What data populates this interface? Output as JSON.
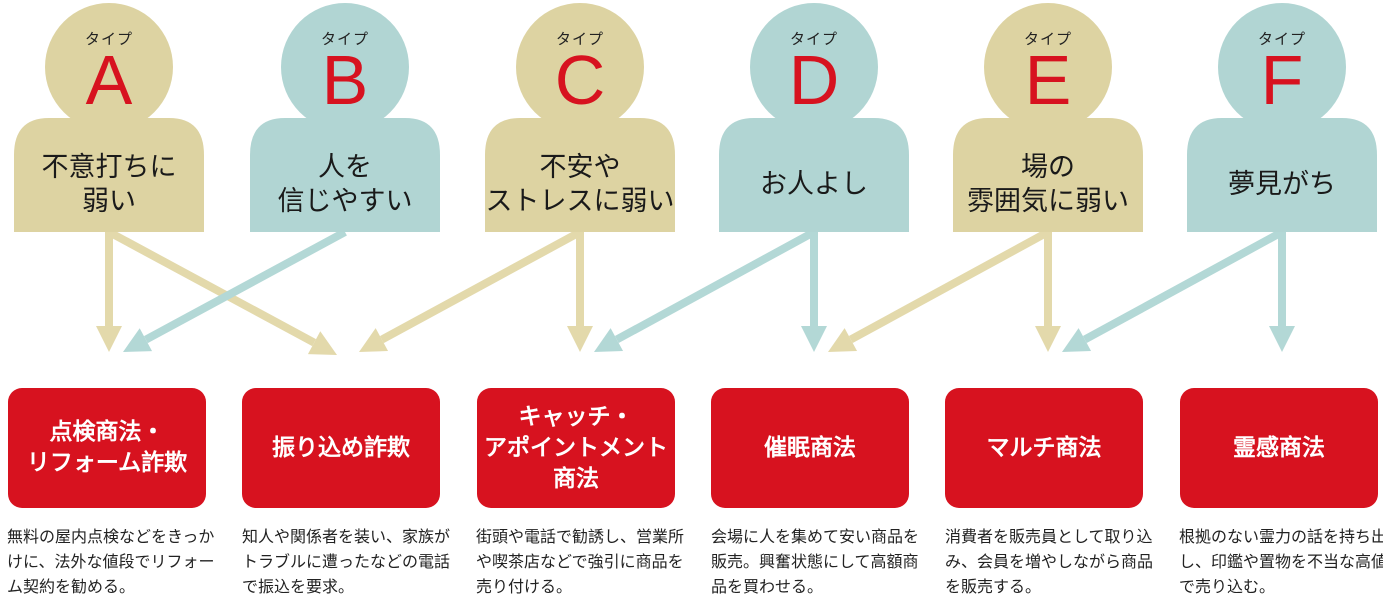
{
  "type_word": "タイプ",
  "colors": {
    "beige": "#ddd3a2",
    "teal": "#b1d5d3",
    "red": "#d7121f",
    "arrow_beige": "#e3d9ab",
    "arrow_teal": "#b3d8d6"
  },
  "people": [
    {
      "letter": "A",
      "trait": "不意打ちに\n弱い",
      "color": "beige"
    },
    {
      "letter": "B",
      "trait": "人を\n信じやすい",
      "color": "teal"
    },
    {
      "letter": "C",
      "trait": "不安や\nストレスに弱い",
      "color": "beige"
    },
    {
      "letter": "D",
      "trait": "お人よし",
      "color": "teal"
    },
    {
      "letter": "E",
      "trait": "場の\n雰囲気に弱い",
      "color": "beige"
    },
    {
      "letter": "F",
      "trait": "夢見がち",
      "color": "teal"
    }
  ],
  "frauds": [
    {
      "label": "点検商法・\nリフォーム詐欺",
      "desc": "無料の屋内点検などをきっかけに、法外な値段でリフォーム契約を勧める。"
    },
    {
      "label": "振り込め詐欺",
      "desc": "知人や関係者を装い、家族がトラブルに遭ったなどの電話で振込を要求。"
    },
    {
      "label": "キャッチ・\nアポイントメント\n商法",
      "desc": "街頭や電話で勧誘し、営業所や喫茶店などで強引に商品を売り付ける。"
    },
    {
      "label": "催眠商法",
      "desc": "会場に人を集めて安い商品を販売。興奮状態にして高額商品を買わせる。"
    },
    {
      "label": "マルチ商法",
      "desc": "消費者を販売員として取り込み、会員を増やしながら商品を販売する。"
    },
    {
      "label": "霊感商法",
      "desc": "根拠のない霊力の話を持ち出し、印鑑や置物を不当な高値で売り込む。"
    }
  ],
  "links": [
    {
      "from": "A",
      "to": "点検商法・リフォーム詐欺"
    },
    {
      "from": "A",
      "to": "振り込め詐欺"
    },
    {
      "from": "B",
      "to": "点検商法・リフォーム詐欺"
    },
    {
      "from": "C",
      "to": "振り込め詐欺"
    },
    {
      "from": "C",
      "to": "キャッチ・アポイントメント商法"
    },
    {
      "from": "D",
      "to": "キャッチ・アポイントメント商法"
    },
    {
      "from": "D",
      "to": "催眠商法"
    },
    {
      "from": "E",
      "to": "催眠商法"
    },
    {
      "from": "E",
      "to": "マルチ商法"
    },
    {
      "from": "F",
      "to": "マルチ商法"
    },
    {
      "from": "F",
      "to": "霊感商法"
    }
  ]
}
